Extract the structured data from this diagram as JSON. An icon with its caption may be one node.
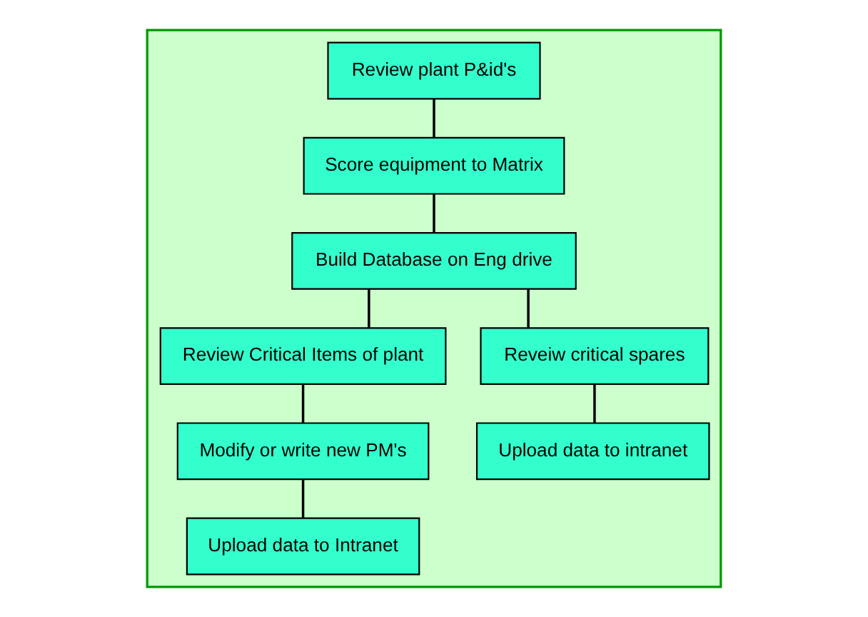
{
  "diagram": {
    "nodes": [
      {
        "text": [],
        "shape": "box"
      },
      {
        "text": [
          "Review plant P&id's"
        ],
        "in": 0
      },
      {
        "text": [
          "Score equipment to Matrix"
        ],
        "in": 0
      },
      {
        "text": [
          "Build Database on Eng drive"
        ],
        "in": 0
      },
      {
        "text": [
          "Review Critical Items of plant"
        ],
        "in": 0
      },
      {
        "text": [
          "Reveiw critical spares"
        ],
        "in": 0
      },
      {
        "text": [
          "Modify or write new PM's"
        ],
        "in": 0
      },
      {
        "text": [
          "Upload data to intranet"
        ],
        "in": 0
      },
      {
        "text": [
          "Upload data to Intranet"
        ],
        "in": 0
      }
    ],
    "edges": [
      {
        "from": 1,
        "to": 2,
        "arrow": "none"
      },
      {
        "from": 2,
        "to": 3,
        "arrow": "none"
      },
      {
        "from": 3,
        "to": 4,
        "arrow": "none"
      },
      {
        "from": 3,
        "to": 5,
        "arrow": "none"
      },
      {
        "from": 4,
        "to": 6,
        "arrow": "none"
      },
      {
        "from": 5,
        "to": 7,
        "arrow": "none"
      },
      {
        "from": 6,
        "to": 8,
        "arrow": "none"
      }
    ]
  }
}
